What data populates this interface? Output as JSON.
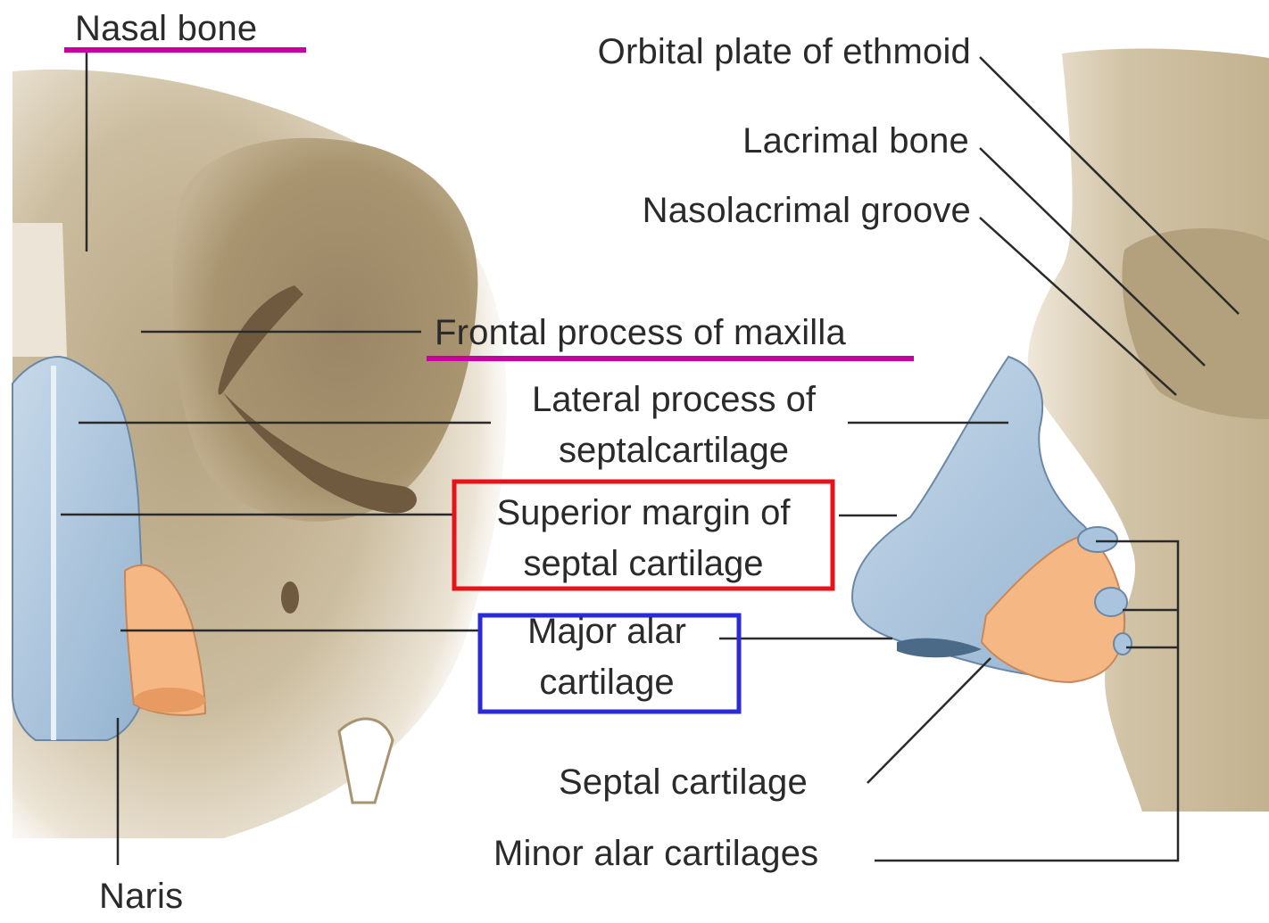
{
  "labels": {
    "nasal_bone": "Nasal bone",
    "orbital_plate": "Orbital plate of ethmoid",
    "lacrimal_bone": "Lacrimal bone",
    "nasolacrimal_groove": "Nasolacrimal groove",
    "frontal_process": "Frontal process of maxilla",
    "lateral_process": [
      "Lateral process of",
      "septalcartilage"
    ],
    "superior_margin": [
      "Superior margin of",
      "septal cartilage"
    ],
    "major_alar": [
      "Major alar",
      "cartilage"
    ],
    "septal_cartilage": "Septal cartilage",
    "minor_alar": "Minor alar cartilages",
    "naris": "Naris"
  },
  "highlights": {
    "underline_color": "#c800a0",
    "red_box_color": "#e8121a",
    "blue_box_color": "#2a2ad6"
  },
  "colors": {
    "bone": "#c8b89a",
    "bone_dark": "#8e7a5c",
    "cartilage_blue": "#a9c4dc",
    "cartilage_orange": "#f5b784"
  }
}
